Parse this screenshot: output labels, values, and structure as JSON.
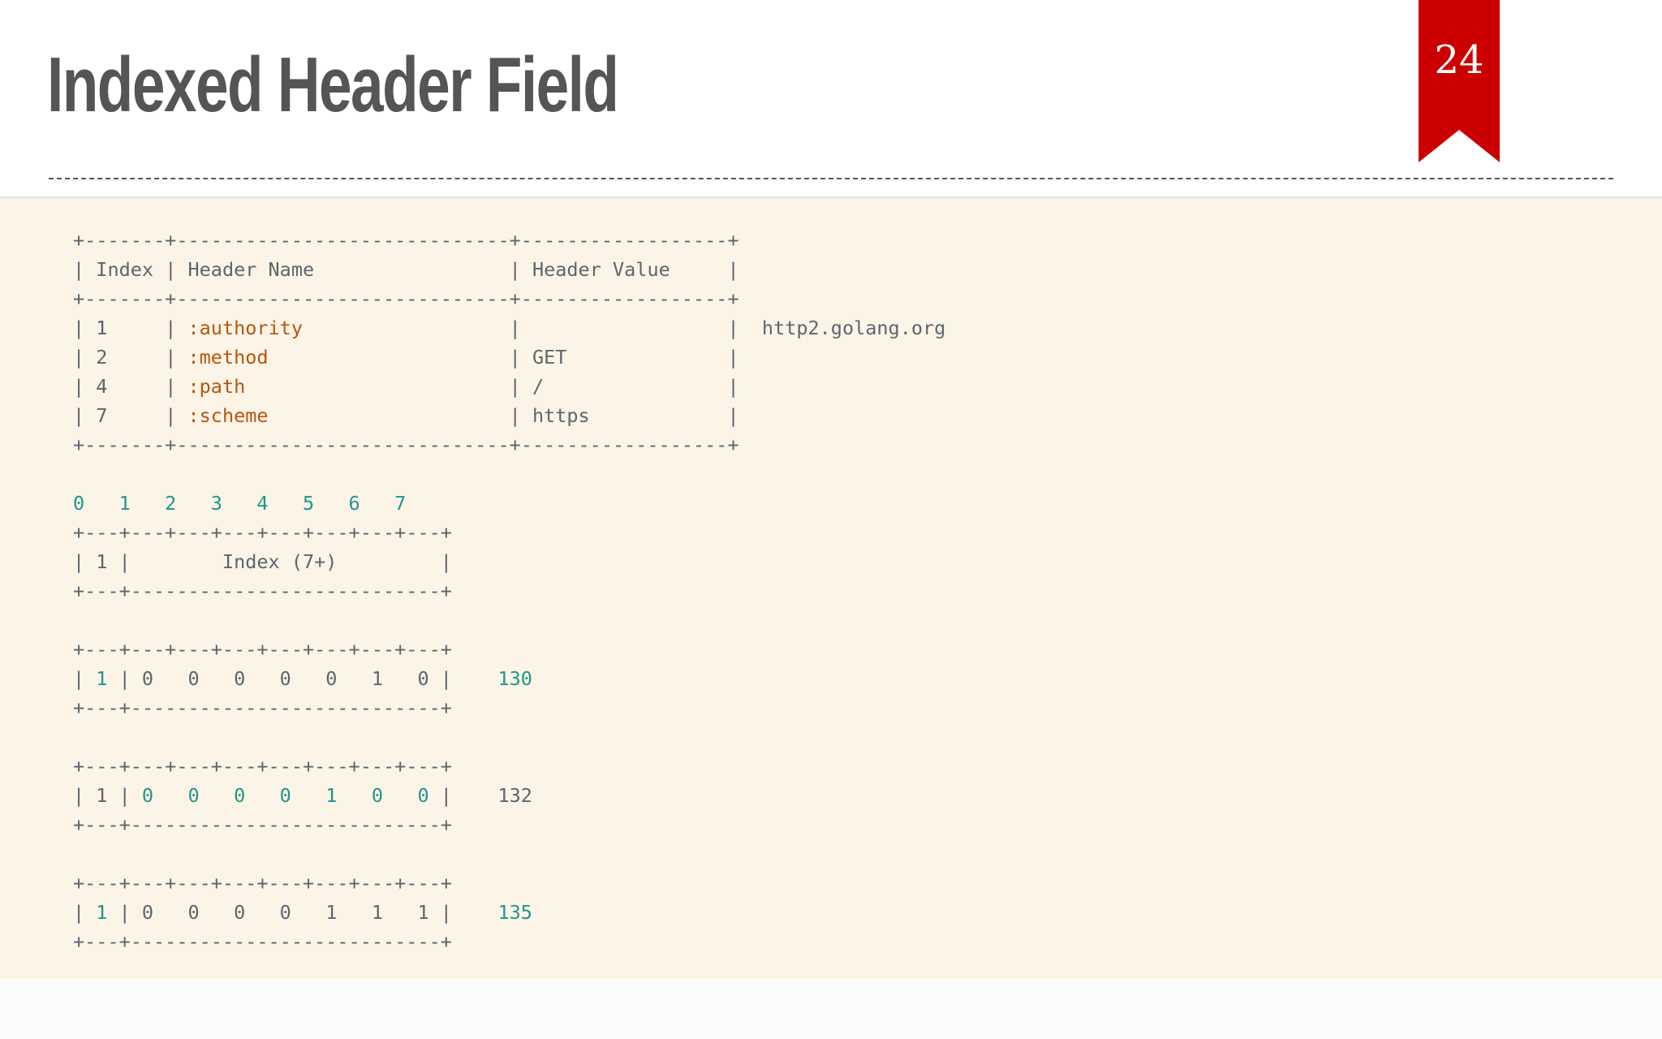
{
  "slide": {
    "title": "Indexed Header Field",
    "page_number": "24",
    "colors": {
      "accent": "#cc0000",
      "code_background": "#fcf4e6",
      "header_name": "#b5560e",
      "highlight": "#20968e",
      "text": "#5c6670",
      "title": "#555555"
    }
  },
  "table": {
    "border": "+-------+-----------------------------+------------------+",
    "header": {
      "index_col": "Index",
      "name_col": "Header Name",
      "value_col": "Header Value"
    },
    "rows": [
      {
        "index": "1",
        "name": ":authority",
        "value": "",
        "note": "http2.golang.org"
      },
      {
        "index": "2",
        "name": ":method",
        "value": "GET"
      },
      {
        "index": "4",
        "name": ":path",
        "value": "/"
      },
      {
        "index": "7",
        "name": ":scheme",
        "value": "https"
      }
    ]
  },
  "format_diagram": {
    "bit_numbers": "0   1   2   3   4   5   6   7",
    "border_top": "+---+---+---+---+---+---+---+---+",
    "prefix_bit": "1",
    "field_label": "Index (7+)",
    "border_bottom": "+---+---------------------------+"
  },
  "examples": [
    {
      "prefix": "1",
      "bits": "0   0   0   0   0   1   0",
      "value": "130",
      "highlight": "prefix"
    },
    {
      "prefix": "1",
      "bits": "0   0   0   0   1   0   0",
      "value": "132",
      "highlight": "bits"
    },
    {
      "prefix": "1",
      "bits": "0   0   0   0   1   1   1",
      "value": "135",
      "highlight": "prefix"
    }
  ]
}
